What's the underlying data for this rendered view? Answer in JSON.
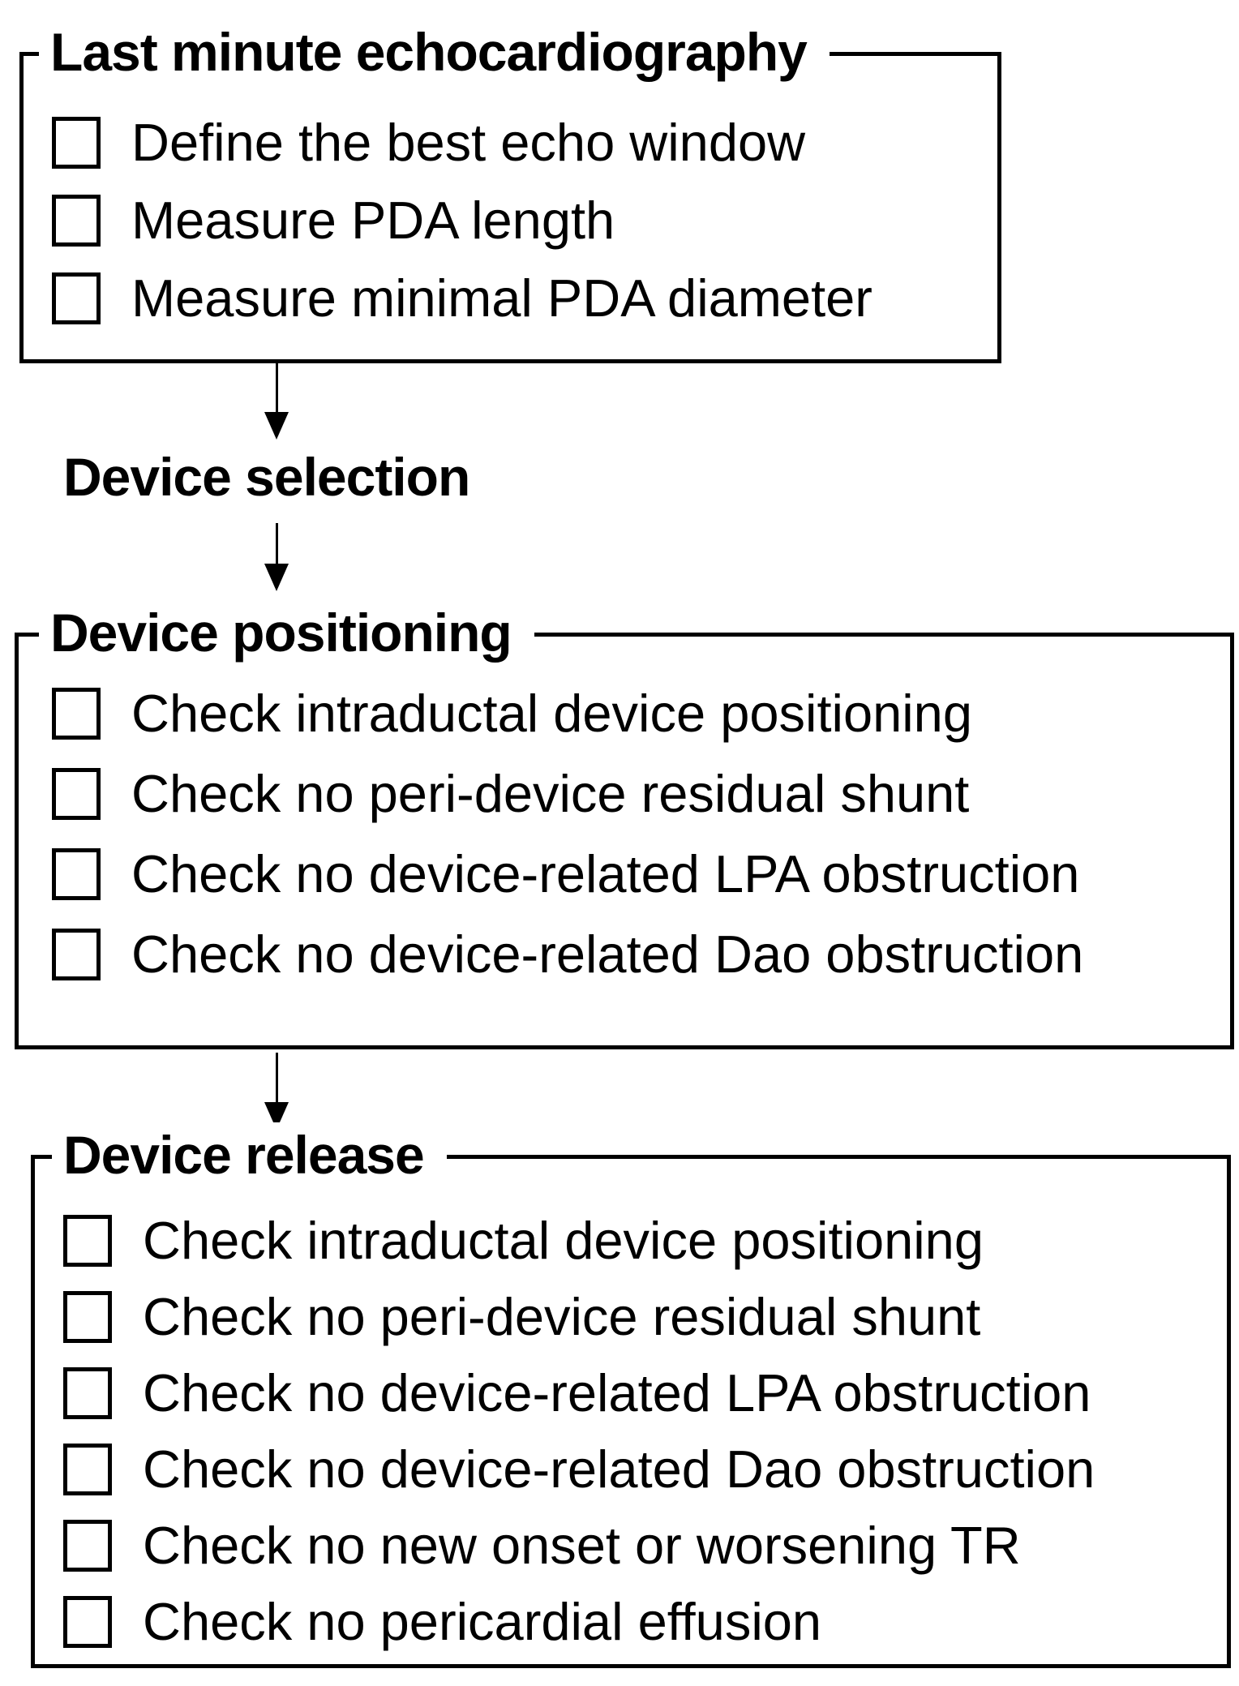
{
  "diagram": {
    "type": "flowchart-checklist",
    "background_color": "#ffffff",
    "ink_color": "#000000",
    "checkboxes_checked": false,
    "steps": [
      {
        "kind": "box",
        "title": "Last minute echocardiography",
        "items": [
          "Define the best echo window",
          "Measure PDA length",
          "Measure minimal PDA diameter"
        ]
      },
      {
        "kind": "label",
        "title": "Device selection",
        "items": []
      },
      {
        "kind": "box",
        "title": "Device positioning",
        "items": [
          "Check intraductal device positioning",
          "Check no peri-device residual shunt",
          "Check no device-related LPA obstruction",
          "Check no device-related Dao obstruction"
        ]
      },
      {
        "kind": "box",
        "title": "Device release",
        "items": [
          "Check intraductal device positioning",
          "Check no peri-device residual shunt",
          "Check no device-related LPA obstruction",
          "Check no device-related Dao obstruction",
          "Check no new onset or worsening TR",
          "Check no pericardial effusion"
        ]
      }
    ],
    "connectors": [
      {
        "from": "Last minute echocardiography",
        "to": "Device selection",
        "direction": "down"
      },
      {
        "from": "Device selection",
        "to": "Device positioning",
        "direction": "down"
      },
      {
        "from": "Device positioning",
        "to": "Device release",
        "direction": "down"
      }
    ]
  }
}
